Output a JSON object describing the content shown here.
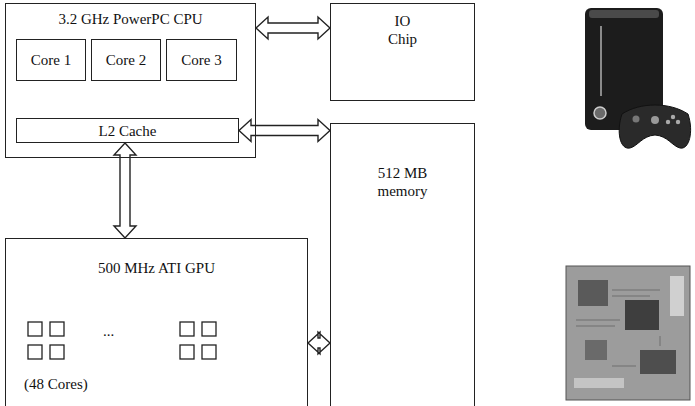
{
  "diagram": {
    "nodes": [
      {
        "text": [
          "3.2 GHz PowerPC CPU"
        ]
      },
      {
        "text": [
          "Core 1"
        ],
        "in": 0
      },
      {
        "text": [
          "Core 2"
        ],
        "in": 0
      },
      {
        "text": [
          "Core 3"
        ],
        "in": 0
      },
      {
        "text": [
          "L2 Cache"
        ],
        "in": 0
      },
      {
        "text": [
          "IO Chip"
        ]
      },
      {
        "text": [
          "512 MB memory"
        ]
      },
      {
        "text": [
          "500 MHz ATI GPU",
          "(48 Cores)"
        ]
      }
    ],
    "edges": [
      {
        "from": 0,
        "to": 5,
        "arrow": "both"
      },
      {
        "from": 4,
        "to": 6,
        "arrow": "both"
      },
      {
        "from": 4,
        "to": 7,
        "arrow": "both"
      },
      {
        "from": 7,
        "to": 6,
        "arrow": "both"
      }
    ],
    "labels": [
      "..."
    ]
  }
}
